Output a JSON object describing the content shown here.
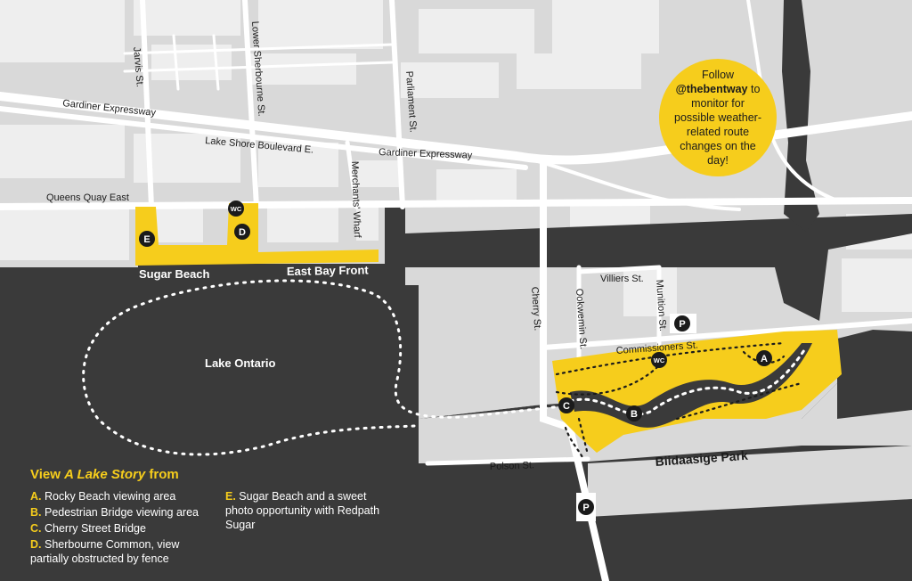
{
  "colors": {
    "water": "#3a3a3a",
    "land": "#d9d9d9",
    "building": "#eeeeee",
    "road": "#ffffff",
    "highlight": "#f6cd1c",
    "marker": "#1b1b1b"
  },
  "streets": {
    "jarvis": "Jarvis St.",
    "lower_sherbourne": "Lower Sherbourne St.",
    "parliament": "Parliament St.",
    "gardiner_west": "Gardiner Expressway",
    "gardiner_east": "Gardiner Expressway",
    "lake_shore": "Lake Shore Boulevard E.",
    "queens_quay": "Queens Quay East",
    "merchants_wharf": "Merchants' Wharf",
    "east_bay_front": "East Bay Front",
    "villiers": "Villiers St.",
    "cherry": "Cherry St.",
    "ookwemin": "Ookwemin St.",
    "munition": "Munition St.",
    "commissioners": "Commissioners St.",
    "polson": "Polson St."
  },
  "places": {
    "sugar_beach": "Sugar Beach",
    "lake_ontario": "Lake Ontario",
    "biidaasige_park": "Biidaasige Park"
  },
  "markers": {
    "a": "A",
    "b": "B",
    "c": "C",
    "d": "D",
    "e": "E",
    "wc": "WC",
    "parking": "P"
  },
  "callout": {
    "line1": "Follow",
    "handle": "@thebentway",
    "line2": "to monitor for possible weather-related route changes on the day!"
  },
  "legend": {
    "title_prefix": "View",
    "title_em": "A Lake Story",
    "title_suffix": "from",
    "items_left": [
      {
        "key": "A.",
        "text": "Rocky Beach viewing area"
      },
      {
        "key": "B.",
        "text": "Pedestrian Bridge viewing area"
      },
      {
        "key": "C.",
        "text": "Cherry Street Bridge"
      },
      {
        "key": "D.",
        "text": "Sherbourne Common, view partially obstructed by fence"
      }
    ],
    "items_right": [
      {
        "key": "E.",
        "text": "Sugar Beach and a sweet photo opportunity with Redpath Sugar"
      }
    ]
  }
}
